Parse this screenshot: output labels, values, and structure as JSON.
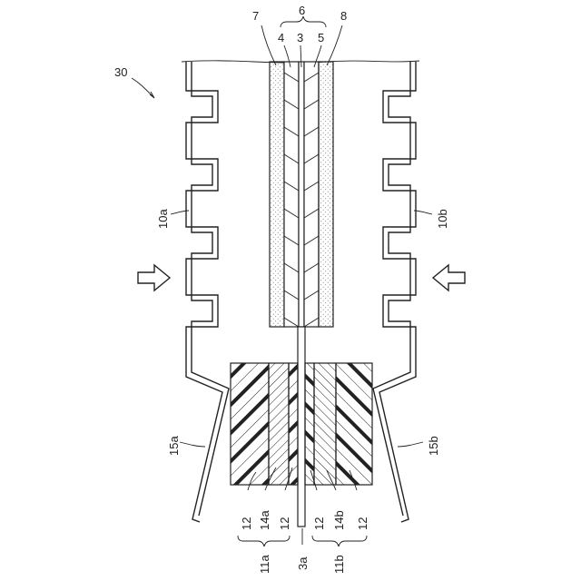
{
  "figure": {
    "labels": {
      "l30": "30",
      "l7": "7",
      "l6": "6",
      "l8": "8",
      "l4": "4",
      "l3": "3",
      "l5": "5",
      "l10a": "10a",
      "l10b": "10b",
      "l15a": "15a",
      "l15b": "15b",
      "l12_1": "12",
      "l14a": "14a",
      "l12_2": "12",
      "l12_3": "12",
      "l14b": "14b",
      "l12_4": "12",
      "l11a": "11a",
      "l3a": "3a",
      "l11b": "11b"
    }
  },
  "colors": {
    "line": "#222222",
    "background": "#ffffff"
  }
}
